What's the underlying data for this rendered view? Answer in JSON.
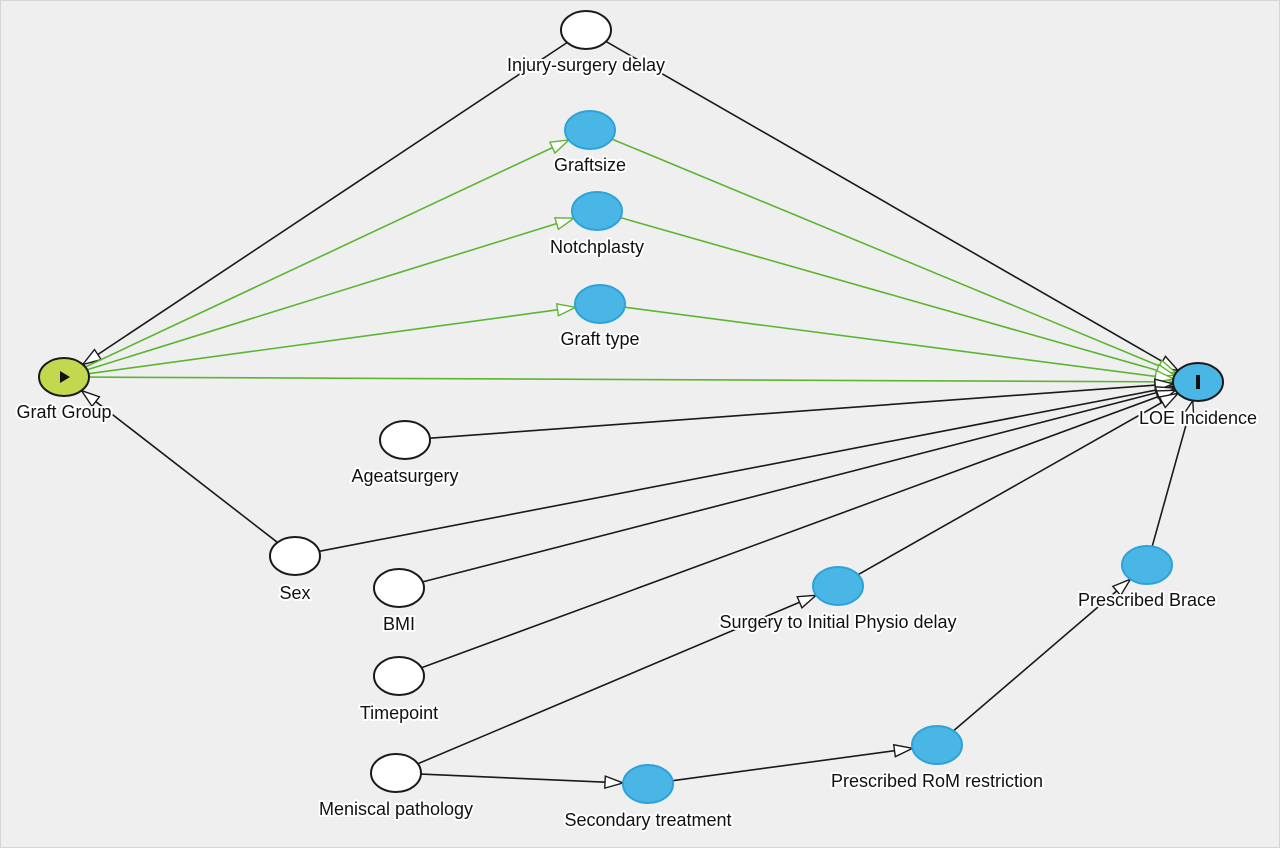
{
  "diagram": {
    "nodes": [
      {
        "id": "graft_group",
        "label": "Graft Group",
        "role": "exposure",
        "icon": "play-icon"
      },
      {
        "id": "loe",
        "label": "LOE Incidence",
        "role": "outcome",
        "icon": "bar-icon"
      },
      {
        "id": "delay",
        "label": "Injury-surgery delay",
        "role": "plain"
      },
      {
        "id": "graftsize",
        "label": "Graftsize",
        "role": "ancestor-outcome"
      },
      {
        "id": "notch",
        "label": "Notchplasty",
        "role": "ancestor-outcome"
      },
      {
        "id": "grafttype",
        "label": "Graft type",
        "role": "ancestor-outcome"
      },
      {
        "id": "age",
        "label": "Ageatsurgery",
        "role": "plain"
      },
      {
        "id": "sex",
        "label": "Sex",
        "role": "plain"
      },
      {
        "id": "bmi",
        "label": "BMI",
        "role": "plain"
      },
      {
        "id": "timepoint",
        "label": "Timepoint",
        "role": "plain"
      },
      {
        "id": "menisc",
        "label": "Meniscal pathology",
        "role": "plain"
      },
      {
        "id": "physio",
        "label": "Surgery to Initial Physio delay",
        "role": "ancestor-outcome"
      },
      {
        "id": "brace",
        "label": "Prescribed Brace",
        "role": "ancestor-outcome"
      },
      {
        "id": "rom",
        "label": "Prescribed RoM restriction",
        "role": "ancestor-outcome"
      },
      {
        "id": "secondary",
        "label": "Secondary treatment",
        "role": "ancestor-outcome"
      }
    ],
    "edges": [
      {
        "from": "delay",
        "to": "graft_group",
        "type": "biasing"
      },
      {
        "from": "delay",
        "to": "loe",
        "type": "biasing"
      },
      {
        "from": "graft_group",
        "to": "graftsize",
        "type": "causal"
      },
      {
        "from": "graft_group",
        "to": "notch",
        "type": "causal"
      },
      {
        "from": "graft_group",
        "to": "grafttype",
        "type": "causal"
      },
      {
        "from": "graft_group",
        "to": "loe",
        "type": "causal"
      },
      {
        "from": "graftsize",
        "to": "loe",
        "type": "causal"
      },
      {
        "from": "notch",
        "to": "loe",
        "type": "causal"
      },
      {
        "from": "grafttype",
        "to": "loe",
        "type": "causal"
      },
      {
        "from": "sex",
        "to": "graft_group",
        "type": "biasing"
      },
      {
        "from": "sex",
        "to": "loe",
        "type": "biasing"
      },
      {
        "from": "age",
        "to": "loe",
        "type": "other"
      },
      {
        "from": "bmi",
        "to": "loe",
        "type": "other"
      },
      {
        "from": "timepoint",
        "to": "loe",
        "type": "other"
      },
      {
        "from": "physio",
        "to": "loe",
        "type": "other"
      },
      {
        "from": "menisc",
        "to": "physio",
        "type": "other"
      },
      {
        "from": "menisc",
        "to": "secondary",
        "type": "other"
      },
      {
        "from": "secondary",
        "to": "rom",
        "type": "other"
      },
      {
        "from": "rom",
        "to": "brace",
        "type": "other"
      },
      {
        "from": "brace",
        "to": "loe",
        "type": "other"
      }
    ],
    "colors": {
      "causal_edge": "#5cb531",
      "biasing_edge": "#1a1a1a",
      "other_edge": "#1a1a1a",
      "exposure_fill": "#c3d84f",
      "outcome_fill": "#4ab6e6",
      "plain_fill": "#ffffff",
      "background": "#efefef"
    }
  }
}
